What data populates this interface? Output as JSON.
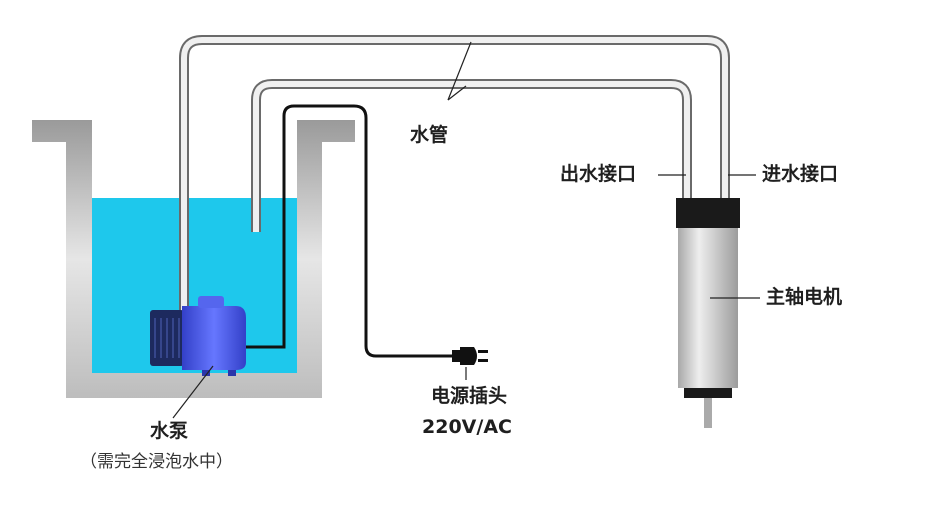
{
  "labels": {
    "water_pipe": "水管",
    "outlet": "出水接口",
    "inlet": "进水接口",
    "spindle_motor": "主轴电机",
    "power_plug": "电源插头",
    "voltage": "220V/AC",
    "water_pump": "水泵",
    "pump_note": "（需完全浸泡水中）"
  },
  "colors": {
    "water": "#1ec8ec",
    "tank": "#d0d0d0",
    "pump": "#4a58e6",
    "motor_cap": "#1a1a1a",
    "motor_body": "#c8c8c8",
    "pipe": "#cfcfcf"
  }
}
